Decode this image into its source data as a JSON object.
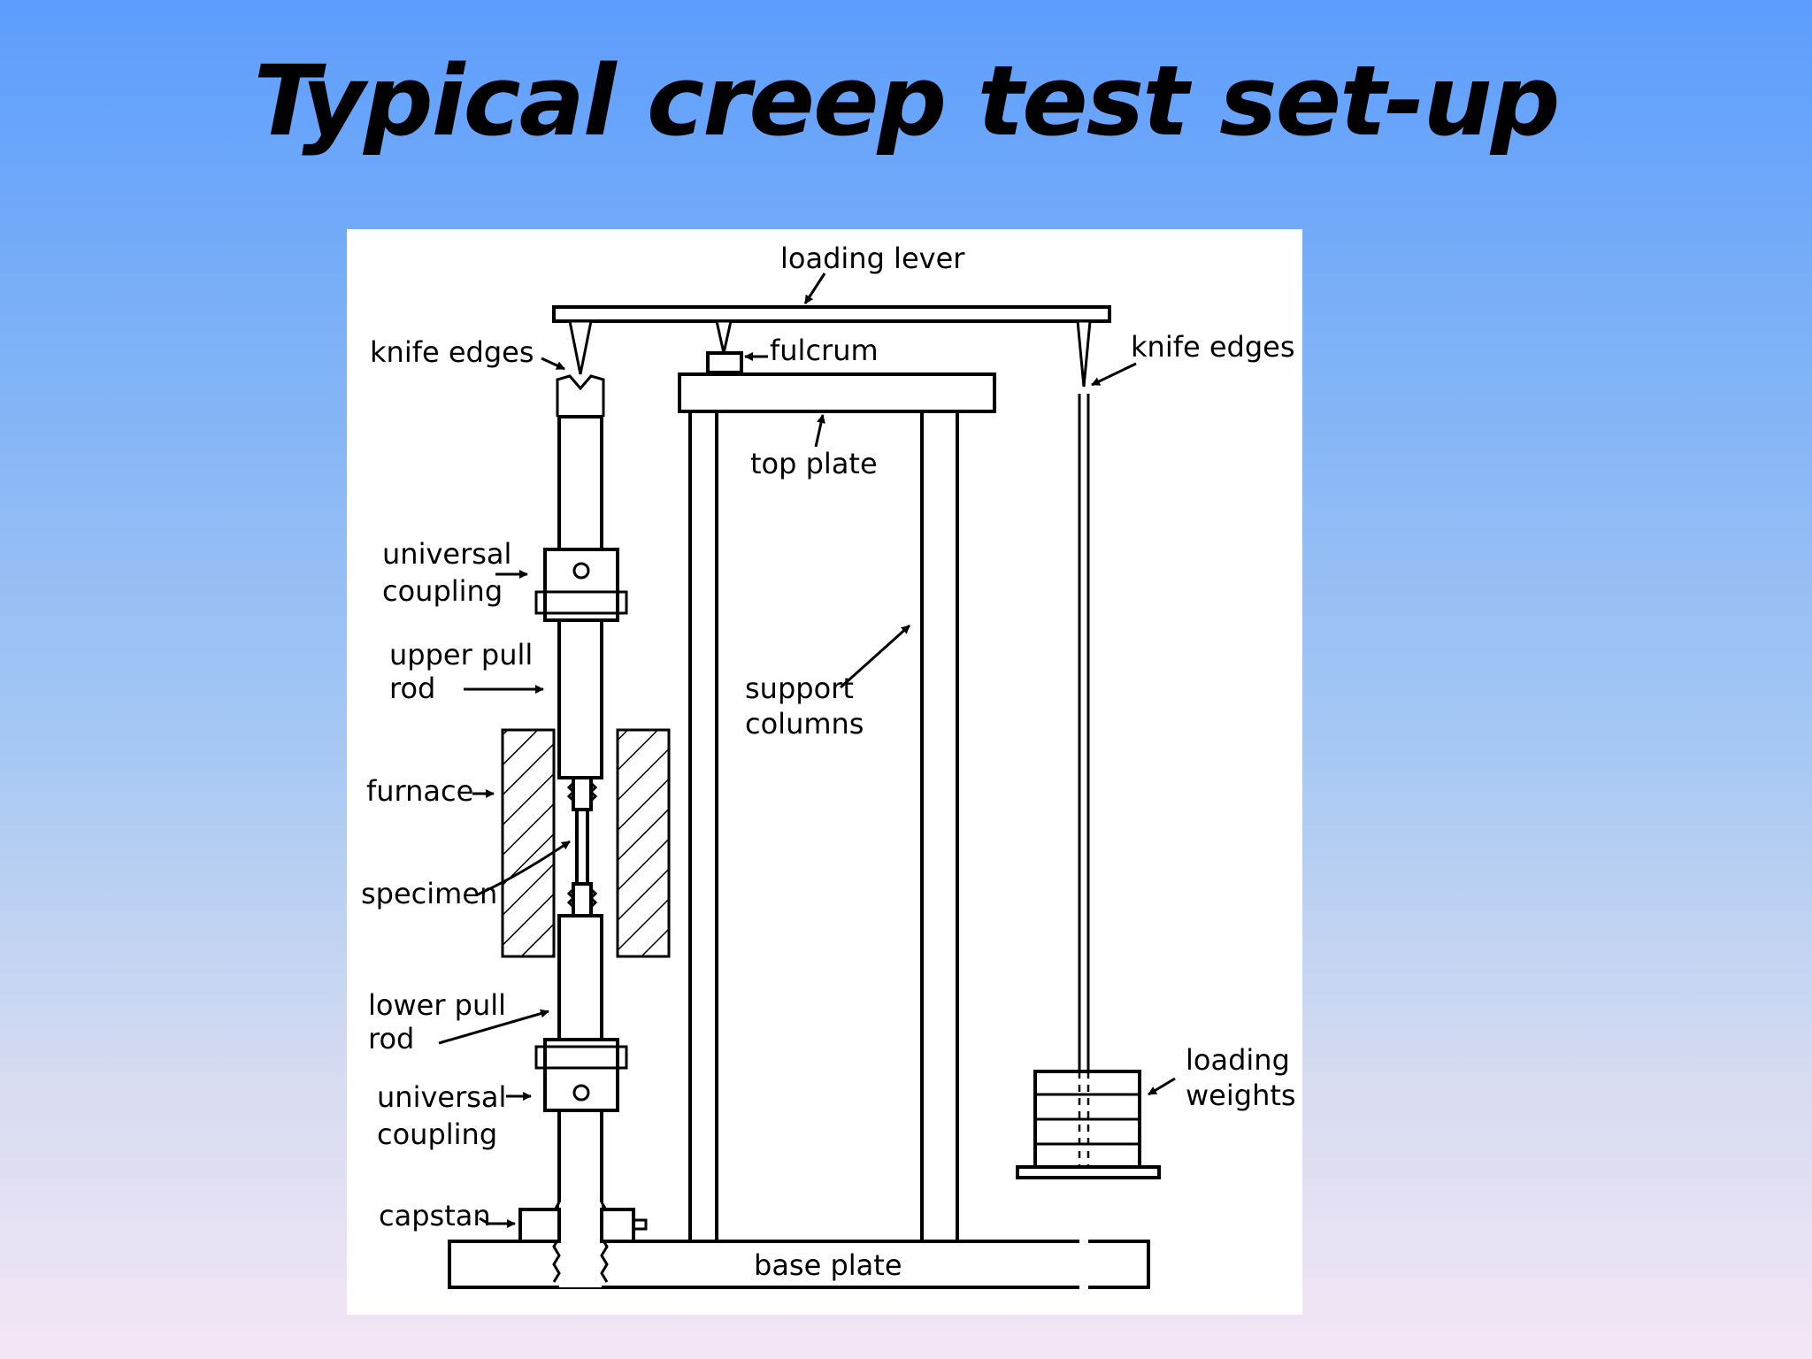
{
  "slide": {
    "title": "Typical creep test set-up",
    "background_top": "#5c9dfd",
    "background_bottom": "#f4e6f5"
  },
  "diagram": {
    "labels": {
      "loading_lever": "loading lever",
      "knife_edges_left": "knife edges",
      "fulcrum": "fulcrum",
      "knife_edges_right": "knife edges",
      "top_plate": "top plate",
      "universal_coupling_upper_line1": "universal",
      "universal_coupling_upper_line2": "coupling",
      "upper_pull_rod_line1": "upper pull",
      "upper_pull_rod_line2": "rod",
      "support_columns_line1": "support",
      "support_columns_line2": "columns",
      "furnace": "furnace",
      "specimen": "specimen",
      "lower_pull_rod_line1": "lower pull",
      "lower_pull_rod_line2": "rod",
      "universal_coupling_lower_line1": "universal",
      "universal_coupling_lower_line2": "coupling",
      "loading_weights_line1": "loading",
      "loading_weights_line2": "weights",
      "capstan": "capstan",
      "base_plate": "base plate"
    }
  }
}
